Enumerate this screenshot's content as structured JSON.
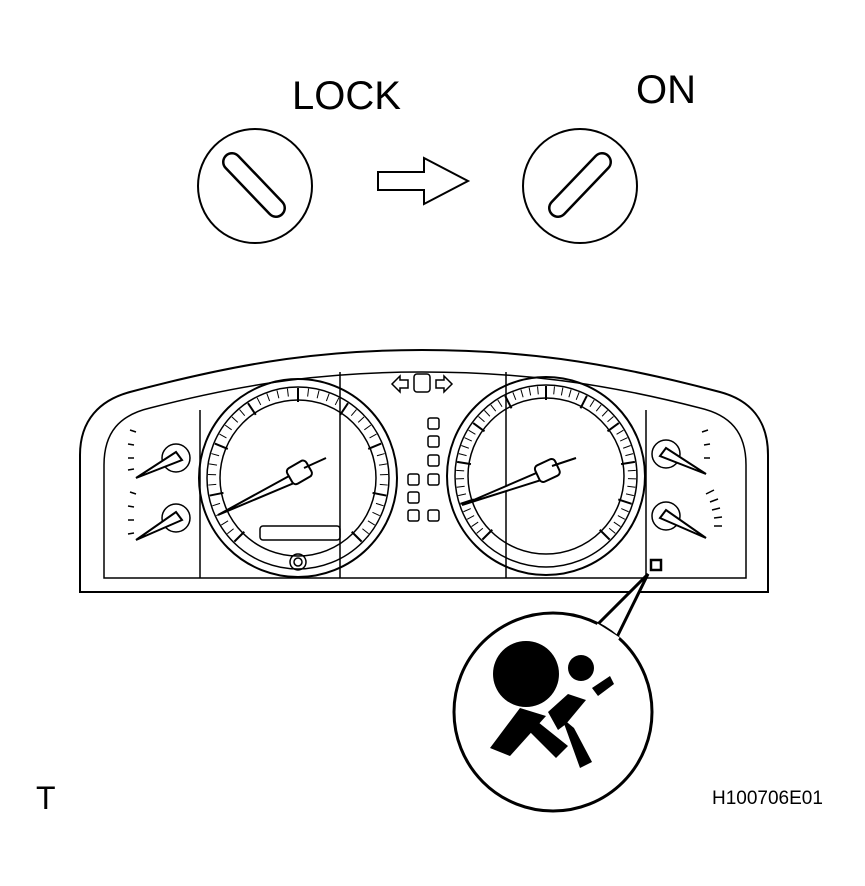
{
  "labels": {
    "lock": "LOCK",
    "on": "ON",
    "corner": "T",
    "code": "H100706E01"
  },
  "icons": {
    "key_lock": "ignition-key-lock-icon",
    "key_on": "ignition-key-on-icon",
    "arrow": "right-arrow-icon",
    "cluster": "instrument-cluster-illustration",
    "airbag": "srs-airbag-warning-icon"
  }
}
